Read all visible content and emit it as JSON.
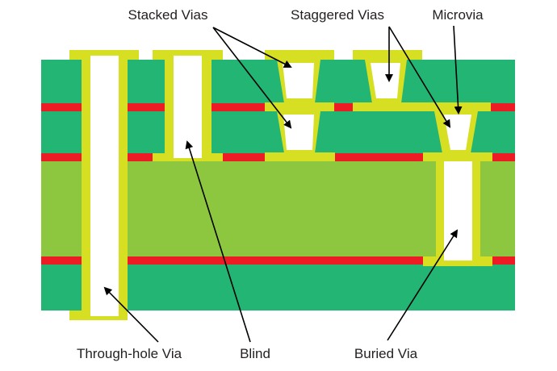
{
  "labels": {
    "stacked": "Stacked Vias",
    "staggered": "Staggered Vias",
    "microvia": "Microvia",
    "through_hole": "Through-hole Via",
    "blind": "Blind",
    "buried": "Buried Via"
  },
  "colors": {
    "prepreg": "#23b574",
    "core": "#8dc63f",
    "copper_trace": "#ed1c24",
    "plating": "#d7df23",
    "hole": "#ffffff",
    "arrow": "#000000"
  }
}
